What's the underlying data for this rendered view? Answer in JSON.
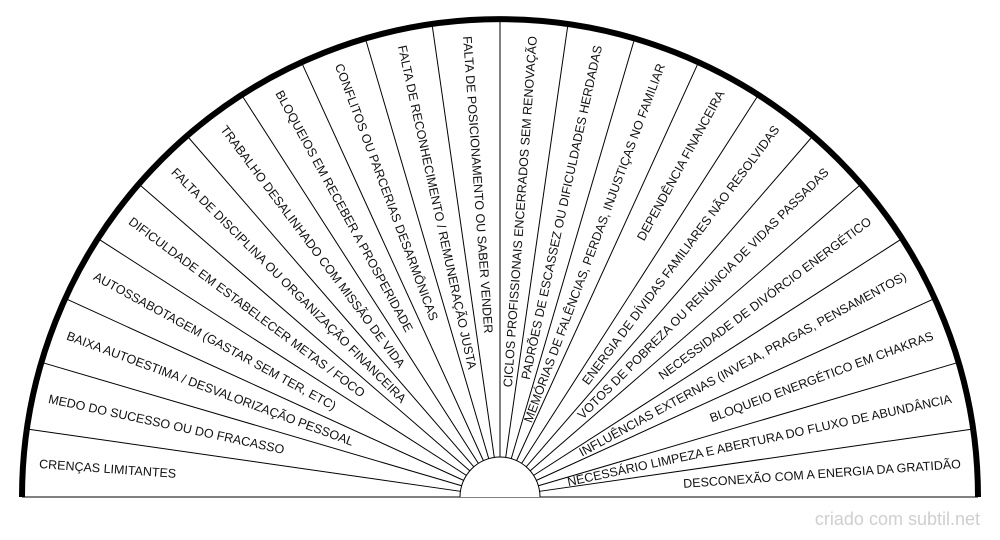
{
  "chart": {
    "segments": [
      "CRENÇAS LIMITANTES",
      "MEDO DO SUCESSO OU DO FRACASSO",
      "BAIXA AUTOESTIMA / DESVALORIZAÇÃO PESSOAL",
      "AUTOSSABOTAGEM (GASTAR SEM TER, ETC)",
      "DIFICULDADE EM ESTABELECER METAS / FOCO",
      "FALTA DE DISCIPLINA OU ORGANIZAÇÃO FINANCEIRA",
      "TRABALHO DESALINHADO COM MISSÃO DE VIDA",
      "BLOQUEIOS EM RECEBER A PROSPERIDADE",
      "CONFLITOS OU PARCERIAS DESARMÔNICAS",
      "FALTA DE RECONHECIMENTO / REMUNERAÇÃO JUSTA",
      "FALTA DE POSICIONAMENTO OU SABER VENDER",
      "CICLOS PROFISSIONAIS ENCERRADOS SEM RENOVAÇÃO",
      "PADRÕES DE ESCASSEZ OU DIFICULDADES HERDADAS",
      "MEMÓRIAS DE FALÊNCIAS, PERDAS,  INJUSTIÇAS NO FAMILIAR",
      "DEPENDÊNCIA FINANCEIRA",
      "ENERGIA DE DÍVIDAS FAMILIARES NÃO RESOLVIDAS",
      "VOTOS DE POBREZA OU RENÚNCIA DE VIDAS PASSADAS",
      "NECESSIDADE DE DIVÓRCIO ENERGÉTICO",
      "INFLUÊNCIAS EXTERNAS (INVEJA, PRAGAS, PENSAMENTOS)",
      "BLOQUEIO ENERGÉTICO EM CHAKRAS",
      "NECESSÁRIO LIMPEZA E ABERTURA DO FLUXO DE ABUNDÂNCIA",
      "DESCONEXÃO COM A ENERGIA DA GRATIDÃO"
    ]
  },
  "watermark": "criado com subtil.net"
}
